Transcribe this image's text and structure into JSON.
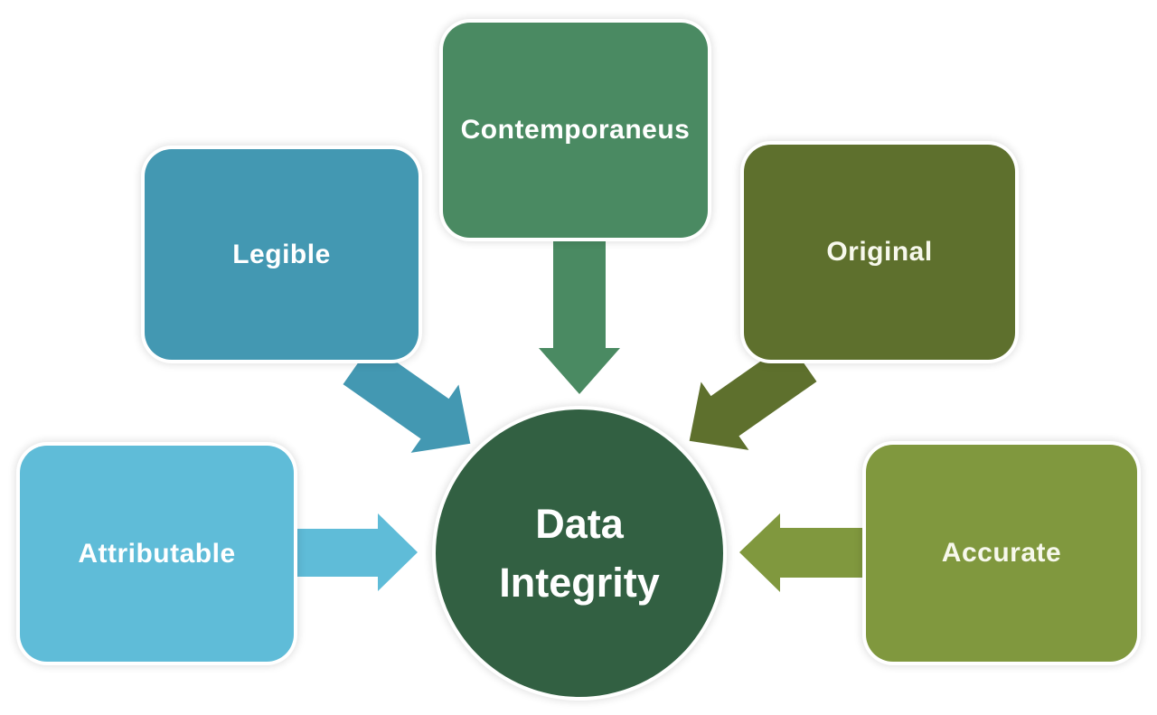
{
  "diagram": {
    "background": "#FFFFFF",
    "center": {
      "label": "Data Integrity",
      "color": "#326042",
      "text_color": "#FFFFFF"
    },
    "nodes": [
      {
        "label": "Contemporaneus",
        "color": "#4A8A62",
        "text_color": "#FFFFFF",
        "position": "top-center"
      },
      {
        "label": "Legible",
        "color": "#4398B2",
        "text_color": "#FFFFFF",
        "position": "upper-left"
      },
      {
        "label": "Original",
        "color": "#5E702D",
        "text_color": "#F7F8EC",
        "position": "upper-right"
      },
      {
        "label": "Attributable",
        "color": "#5FBCD8",
        "text_color": "#FFFFFF",
        "position": "middle-left"
      },
      {
        "label": "Accurate",
        "color": "#80983E",
        "text_color": "#F7F8EC",
        "position": "middle-right"
      }
    ],
    "arrows": [
      {
        "name": "contemporaneus-to-center",
        "direction": "down",
        "color": "#4A8A62"
      },
      {
        "name": "legible-to-center",
        "direction": "down-right",
        "color": "#4398B2"
      },
      {
        "name": "original-to-center",
        "direction": "down-left",
        "color": "#5E702D"
      },
      {
        "name": "attributable-to-center",
        "direction": "right",
        "color": "#5FBCD8"
      },
      {
        "name": "accurate-to-center",
        "direction": "left",
        "color": "#80983E"
      }
    ]
  }
}
